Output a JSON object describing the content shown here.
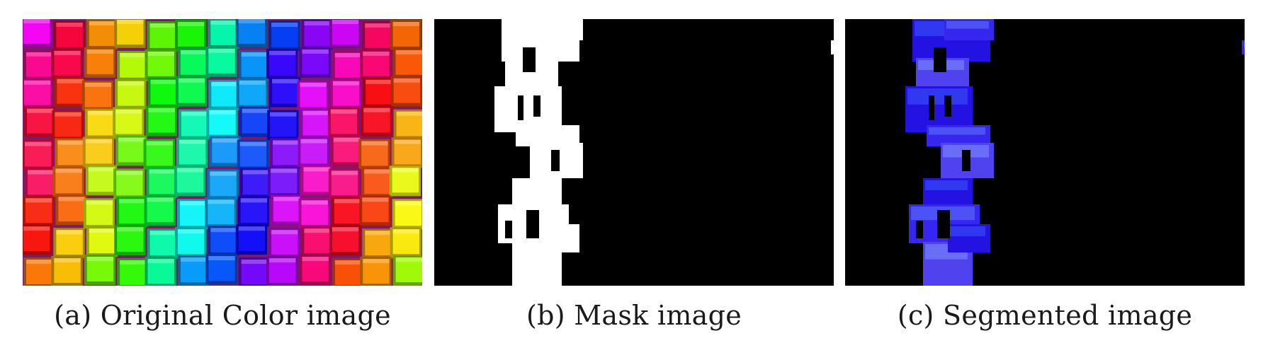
{
  "figure": {
    "panels": [
      {
        "id": "a",
        "caption": "(a) Original Color image"
      },
      {
        "id": "b",
        "caption": "(b) Mask image"
      },
      {
        "id": "c",
        "caption": "(c) Segmented image"
      }
    ],
    "colors": {
      "background": "#ffffff",
      "mask_background": "#000000",
      "mask_foreground": "#ffffff",
      "segment_color": "#4a3cf0"
    }
  }
}
